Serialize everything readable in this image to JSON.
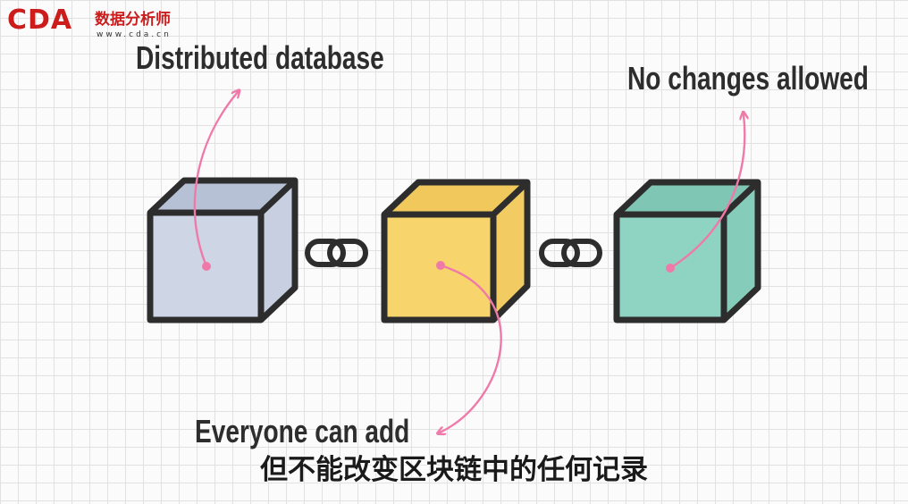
{
  "logo": {
    "text": "CDA",
    "chinese": "数据分析师",
    "url": "www.cda.cn",
    "brand_color": "#cc1c1c"
  },
  "labels": {
    "distributed": "Distributed database",
    "no_changes": "No changes allowed",
    "everyone": "Everyone can add"
  },
  "subtitle": "但不能改变区块链中的任何记录",
  "colors": {
    "block_left": "#ced6e6",
    "block_middle": "#f7d46c",
    "block_right": "#8fd3c2",
    "outline": "#2d2d2d",
    "arrow": "#ef7aa9"
  }
}
